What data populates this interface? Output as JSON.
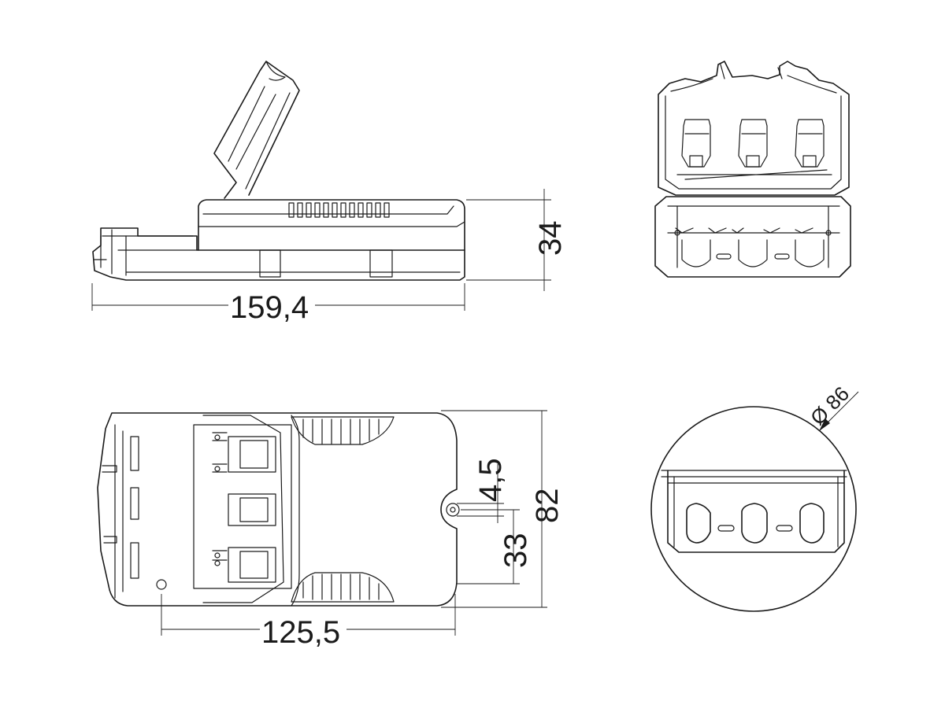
{
  "dimensions": {
    "length": "159,4",
    "height": "34",
    "width": "82",
    "mount_spacing": "125,5",
    "hole_offset": "33",
    "hole_diameter": "4,5",
    "detail_circle": "Ø 86"
  }
}
